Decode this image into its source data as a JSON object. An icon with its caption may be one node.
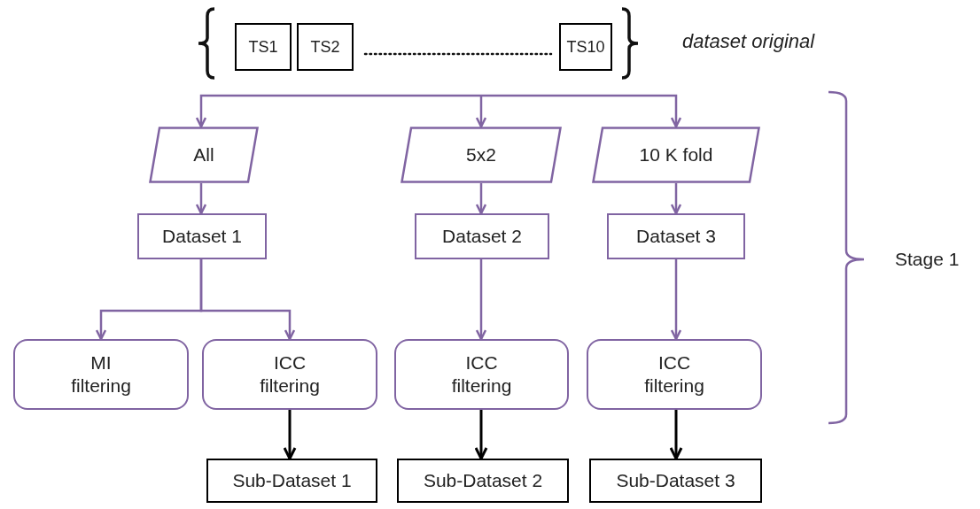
{
  "diagram": {
    "nodes": [
      {
        "text": [],
        "shape": "bracket",
        "beside": [
          "dataset original"
        ]
      },
      {
        "text": [
          "TS1"
        ],
        "in": 0
      },
      {
        "text": [
          "TS2"
        ],
        "in": 0
      },
      {
        "text": [
          "TS10"
        ],
        "in": 0
      },
      {
        "text": [
          "All"
        ]
      },
      {
        "text": [
          "5x2"
        ]
      },
      {
        "text": [
          "10 K fold"
        ]
      },
      {
        "text": [
          "Dataset 1"
        ]
      },
      {
        "text": [
          "Dataset 2"
        ]
      },
      {
        "text": [
          "Dataset 3"
        ]
      },
      {
        "text": [
          "MI filtering"
        ]
      },
      {
        "text": [
          "ICC filtering"
        ]
      },
      {
        "text": [
          "ICC filtering"
        ]
      },
      {
        "text": [
          "ICC filtering"
        ]
      },
      {
        "text": [
          "Sub-Dataset 1"
        ]
      },
      {
        "text": [
          "Sub-Dataset 2"
        ]
      },
      {
        "text": [
          "Sub-Dataset 3"
        ]
      }
    ],
    "edges": [
      {
        "from": null,
        "to": 4,
        "arrow": "to"
      },
      {
        "from": null,
        "to": 5,
        "arrow": "to"
      },
      {
        "from": null,
        "to": 6,
        "arrow": "to"
      },
      {
        "from": 4,
        "to": 7,
        "arrow": "to"
      },
      {
        "from": 5,
        "to": 8,
        "arrow": "to"
      },
      {
        "from": 6,
        "to": 9,
        "arrow": "to"
      },
      {
        "from": 7,
        "to": 10,
        "arrow": "to"
      },
      {
        "from": 7,
        "to": 11,
        "arrow": "to"
      },
      {
        "from": 8,
        "to": 12,
        "arrow": "to"
      },
      {
        "from": 9,
        "to": 13,
        "arrow": "to"
      },
      {
        "from": 11,
        "to": 14,
        "arrow": "to",
        "color": "#000000"
      },
      {
        "from": 12,
        "to": 15,
        "arrow": "to",
        "color": "#000000"
      },
      {
        "from": 13,
        "to": 16,
        "arrow": "to",
        "color": "#000000"
      }
    ],
    "labels": [
      "Stage 1"
    ]
  }
}
